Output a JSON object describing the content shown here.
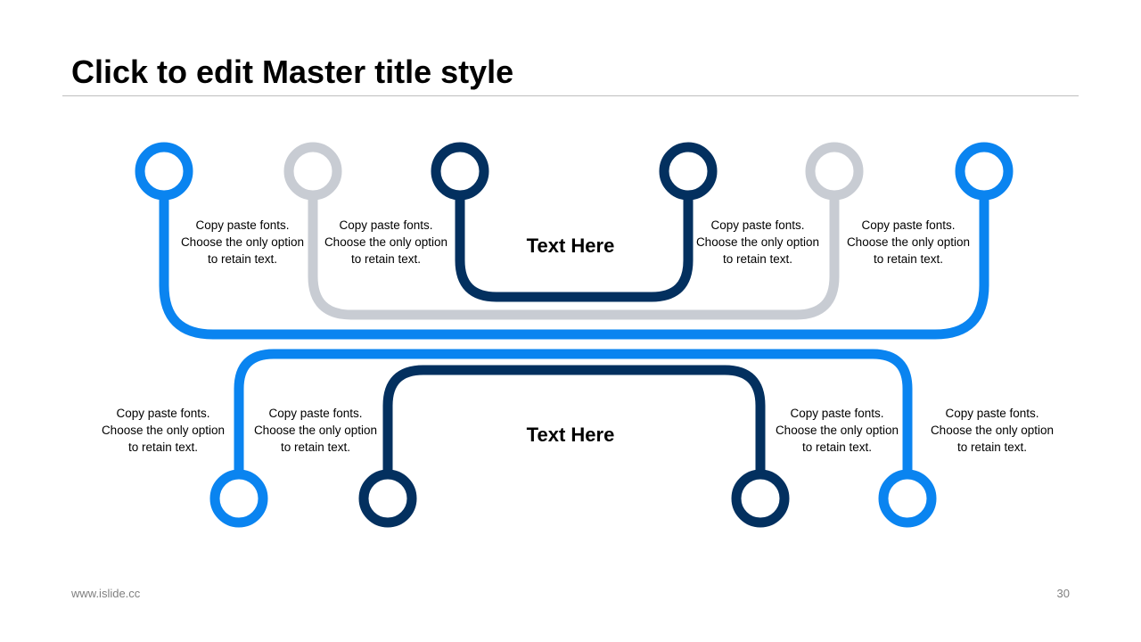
{
  "title": "Click to edit Master title style",
  "colors": {
    "bright_blue": "#0a84f0",
    "navy": "#03305f",
    "light_gray": "#c8ccd3"
  },
  "top": {
    "center": "Text Here",
    "labels": [
      [
        "Copy paste fonts.",
        "Choose the only option",
        "to retain text."
      ],
      [
        "Copy paste fonts.",
        "Choose the only option",
        "to retain text."
      ],
      [
        "Copy paste fonts.",
        "Choose the only option",
        "to retain text."
      ],
      [
        "Copy paste fonts.",
        "Choose the only option",
        "to retain text."
      ]
    ]
  },
  "bottom": {
    "center": "Text Here",
    "labels": [
      [
        "Copy paste fonts.",
        "Choose the only option",
        "to retain text."
      ],
      [
        "Copy paste fonts.",
        "Choose the only option",
        "to retain text."
      ],
      [
        "Copy paste fonts.",
        "Choose the only option",
        "to retain text."
      ],
      [
        "Copy paste fonts.",
        "Choose the only option",
        "to retain text."
      ]
    ]
  },
  "footer": {
    "url": "www.islide.cc",
    "page_number": "30"
  }
}
